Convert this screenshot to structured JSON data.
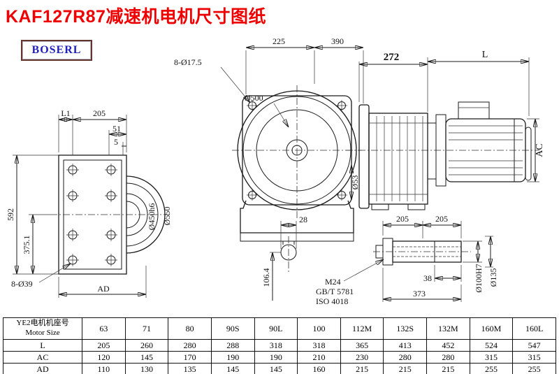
{
  "header": {
    "title": "KAF127R87减速机电机尺寸图纸",
    "logo": "BOSERL"
  },
  "drawing": {
    "left_view": {
      "L1": "L1",
      "d205": "205",
      "d51": "51",
      "d5": "5",
      "d592": "592",
      "d375": "375.1",
      "holes": "8-Ø39",
      "AD": "AD",
      "flange_bore": "Ø450h6",
      "flange_od": "Ø550"
    },
    "front_view": {
      "d225": "225",
      "d390": "390",
      "holes": "8-Ø17.5",
      "d500": "Ø500",
      "d53": "Ø53",
      "d28": "28",
      "d106": "106.4"
    },
    "side_view": {
      "d272": "272",
      "L": "L",
      "AC": "AC"
    },
    "shaft_detail": {
      "d205a": "205",
      "d205b": "205",
      "d38": "38",
      "d373": "373",
      "thread": "M24",
      "std1": "GB/T 5781",
      "std2": "ISO 4018",
      "bore": "Ø100H7",
      "flange": "Ø135"
    }
  },
  "table": {
    "corner": {
      "line1": "YE2电机机座号",
      "line2": "Motor Size"
    },
    "columns": [
      "63",
      "71",
      "80",
      "90S",
      "90L",
      "100",
      "112M",
      "132S",
      "132M",
      "160M",
      "160L"
    ],
    "rows": [
      {
        "label": "L",
        "values": [
          "205",
          "260",
          "280",
          "288",
          "318",
          "318",
          "365",
          "413",
          "452",
          "524",
          "547"
        ]
      },
      {
        "label": "AC",
        "values": [
          "120",
          "145",
          "170",
          "190",
          "190",
          "210",
          "230",
          "280",
          "280",
          "315",
          "315"
        ]
      },
      {
        "label": "AD",
        "values": [
          "110",
          "130",
          "135",
          "145",
          "145",
          "160",
          "215",
          "215",
          "215",
          "255",
          "255"
        ]
      }
    ]
  }
}
